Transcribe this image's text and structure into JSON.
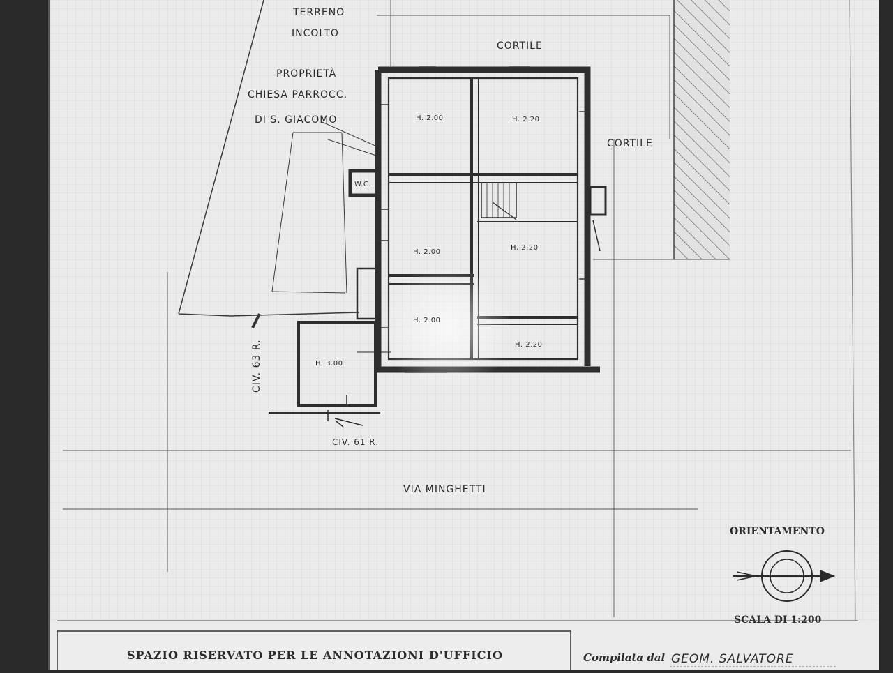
{
  "labels": {
    "terreno_line1": "TERRENO",
    "terreno_line2": "INCOLTO",
    "proprieta_line1": "PROPRIETÀ",
    "proprieta_line2": "CHIESA PARROCC.",
    "proprieta_line3": "DI S. GIACOMO",
    "cortile_top": "CORTILE",
    "cortile_right": "CORTILE",
    "wc": "W.C.",
    "via": "VIA MINGHETTI",
    "civ_63": "CIV. 63 R.",
    "civ_61": "CIV. 61 R.",
    "orientamento": "ORIENTAMENTO",
    "scala": "SCALA DI 1:200"
  },
  "rooms": {
    "r1": "H. 2.00",
    "r2": "H. 2.20",
    "r3": "H. 2.00",
    "r4": "H. 2.20",
    "r5": "H. 2.00",
    "r6": "H. 2.20",
    "r7": "H. 3.00"
  },
  "footer": {
    "annotations_title": "SPAZIO RISERVATO PER LE ANNOTAZIONI D'UFFICIO",
    "compilata_label": "Compilata dal",
    "compilata_value": "GEOM. SALVATORE"
  }
}
